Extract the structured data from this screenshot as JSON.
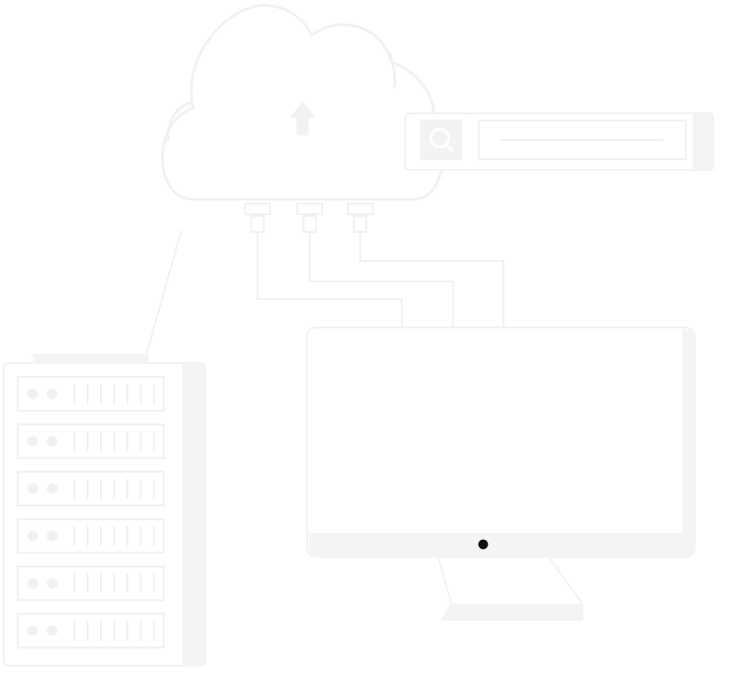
{
  "diagram": {
    "kind": "cloud-network-illustration",
    "colors": {
      "background": "#ffffff",
      "fill": "#f6f6f6",
      "fill_dark": "#efefef",
      "stroke": "#f2f2f2",
      "accent": "#111111"
    },
    "icons": {
      "cloud": "cloud-icon",
      "upload": "upload-arrow-icon",
      "search": "search-icon",
      "server": "server-rack-icon",
      "monitor": "monitor-icon"
    },
    "server_units": 6,
    "connectors": 3
  }
}
